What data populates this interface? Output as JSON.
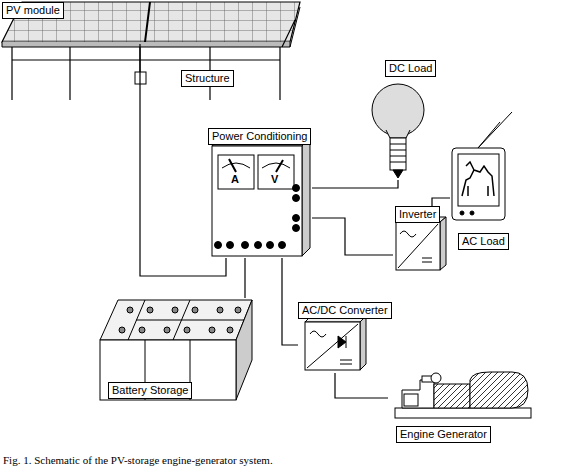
{
  "diagram": {
    "caption": "Fig. 1. Schematic of the PV-storage engine-generator system.",
    "nodes": [
      {
        "text": [
          "PV module"
        ]
      },
      {
        "text": [
          "Structure"
        ]
      },
      {
        "text": [
          "DC Load"
        ]
      },
      {
        "text": [
          "Power Conditioning"
        ]
      },
      {
        "text": [
          "AC Load"
        ]
      },
      {
        "text": [
          "Inverter"
        ]
      },
      {
        "text": [
          "AC/DC Converter"
        ]
      },
      {
        "text": [
          "Battery Storage"
        ]
      },
      {
        "text": [
          "Engine Generator"
        ]
      }
    ],
    "edges": [
      {
        "from": 0,
        "to": 3,
        "arrow": "none"
      },
      {
        "from": 3,
        "to": 2,
        "arrow": "none"
      },
      {
        "from": 3,
        "to": 5,
        "arrow": "none"
      },
      {
        "from": 5,
        "to": 4,
        "arrow": "none"
      },
      {
        "from": 3,
        "to": 7,
        "arrow": "none"
      },
      {
        "from": 3,
        "to": 6,
        "arrow": "none"
      },
      {
        "from": 6,
        "to": 8,
        "arrow": "none"
      }
    ],
    "labels": [
      "A",
      "V"
    ]
  }
}
